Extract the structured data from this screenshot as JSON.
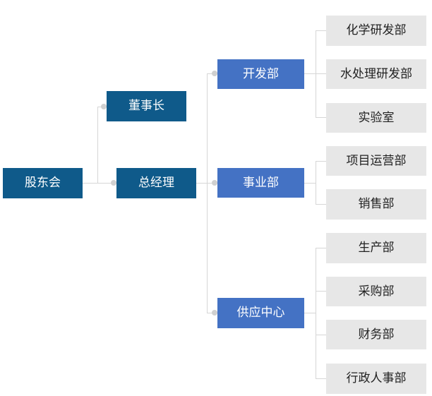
{
  "colors": {
    "level_dark": "#0f5a8a",
    "level_mid": "#4472c4",
    "level_light": "#e7e7e7",
    "connector": "#d6d6d6"
  },
  "org": {
    "root": "股东会",
    "chairman": "董事长",
    "general_manager": "总经理",
    "departments": [
      {
        "label": "开发部",
        "children": [
          "化学研发部",
          "水处理研发部",
          "实验室"
        ]
      },
      {
        "label": "事业部",
        "children": [
          "项目运营部",
          "销售部"
        ]
      },
      {
        "label": "供应中心",
        "children": [
          "生产部",
          "采购部",
          "财务部",
          "行政人事部"
        ]
      }
    ]
  }
}
